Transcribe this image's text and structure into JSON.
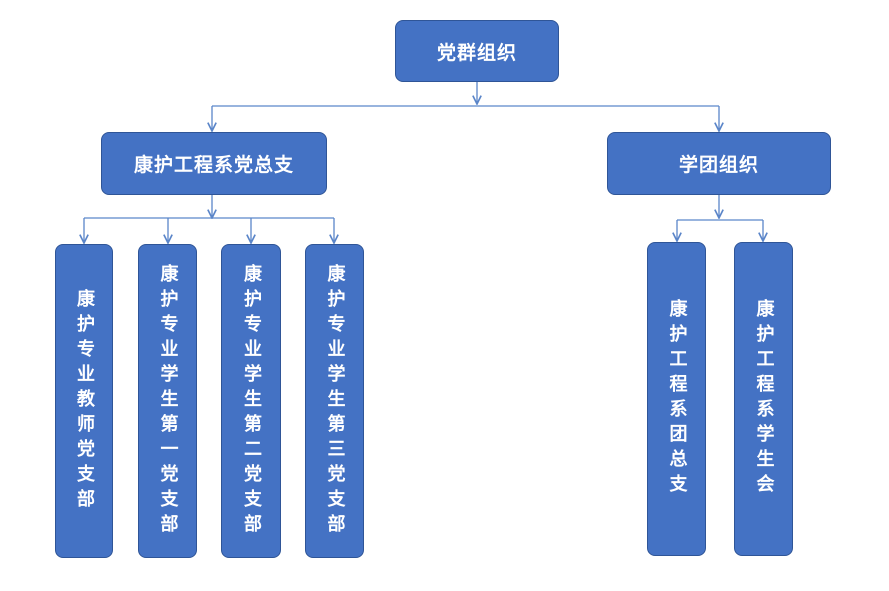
{
  "diagram": {
    "root": {
      "label": "党群组织"
    },
    "branches": [
      {
        "label": "康护工程系党总支",
        "children": [
          {
            "label": "康护专业教师党支部"
          },
          {
            "label": "康护专业学生第一党支部"
          },
          {
            "label": "康护专业学生第二党支部"
          },
          {
            "label": "康护专业学生第三党支部"
          }
        ]
      },
      {
        "label": "学团组织",
        "children": [
          {
            "label": "康护工程系团总支"
          },
          {
            "label": "康护工程系学生会"
          }
        ]
      }
    ],
    "colors": {
      "node_fill": "#4472c4",
      "node_border": "#2f5597",
      "connector": "#5b86c9"
    }
  }
}
